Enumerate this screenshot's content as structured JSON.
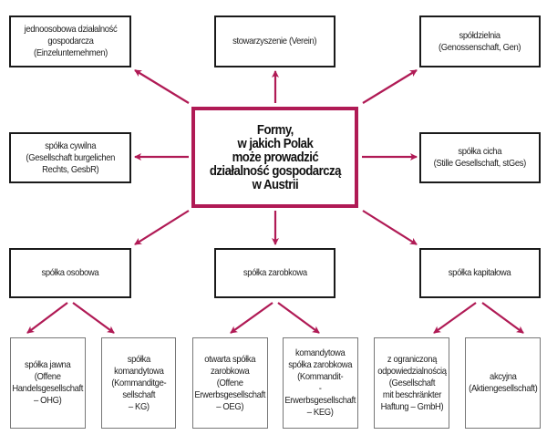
{
  "accent_color": "#b01a55",
  "center": {
    "title": "Formy,\nw jakich Polak\nmoże prowadzić\ndziałalność gospodarczą\nw Austrii"
  },
  "top": [
    {
      "label": "jednoosobowa działalność\ngospodarcza\n(Einzelunternehmen)"
    },
    {
      "label": "stowarzyszenie (Verein)"
    },
    {
      "label": "spółdzielnia\n(Genossenschaft, Gen)"
    }
  ],
  "middle": [
    {
      "label": "spółka cywilna\n(Gesellschaft burgelichen\nRechts, GesbR)"
    },
    {
      "label": "spółka cicha\n(Stille Gesellschaft, stGes)"
    }
  ],
  "groups": [
    {
      "label": "spółka osobowa"
    },
    {
      "label": "spółka zarobkowa"
    },
    {
      "label": "spółka kapitałowa"
    }
  ],
  "leaves": [
    {
      "label": "spółka jawna\n(Offene\nHandelsgesellschaft\n– OHG)"
    },
    {
      "label": "spółka\nkomandytowa\n(Kommanditge-\nsellschaft\n– KG)"
    },
    {
      "label": "otwarta spółka\nzarobkowa\n(Offene\nErwerbsgesellschaft\n– OEG)"
    },
    {
      "label": "komandytowa\nspółka zarobkowa\n(Kommandit-\n-Erwerbsgesellschaft\n– KEG)"
    },
    {
      "label": "z ograniczoną\nodpowiedzialnością\n(Gesellschaft\nmit beschränkter\nHaftung – GmbH)"
    },
    {
      "label": "akcyjna\n(Aktiengesellschaft)"
    }
  ]
}
